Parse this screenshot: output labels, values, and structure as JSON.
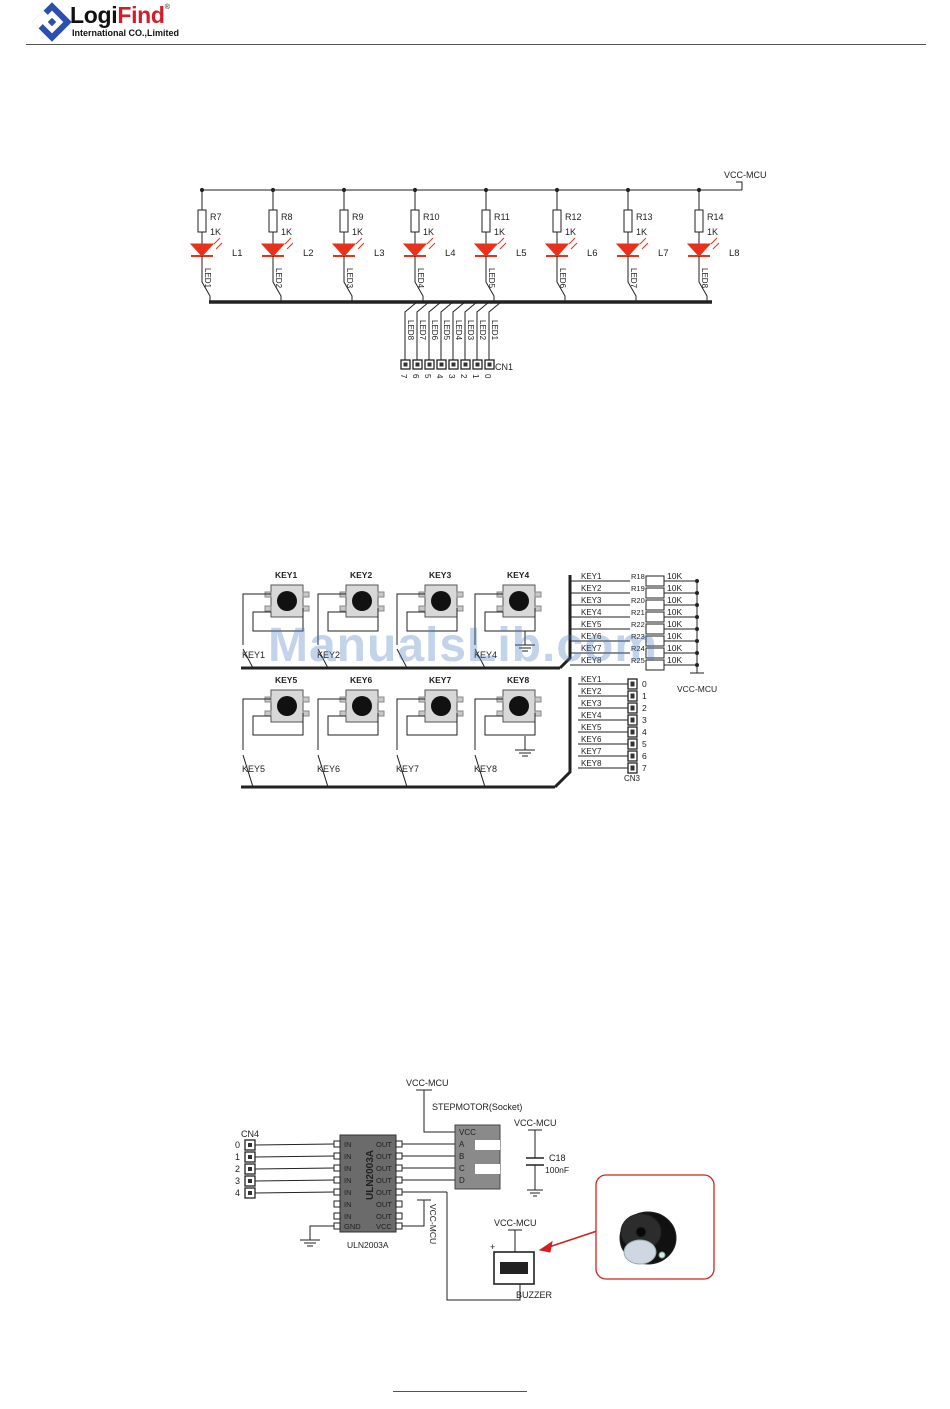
{
  "header": {
    "brand_main": "Logi",
    "brand_accent": "Find",
    "brand_reg": "®",
    "company": "International CO.,Limited"
  },
  "colors": {
    "led": "#e8301a",
    "wire": "#222222",
    "bus": "#111111",
    "chip": "#6b6b6b",
    "callout": "#d22020"
  },
  "watermark": "ManualsLib.com",
  "led_circuit": {
    "vcc": "VCC-MCU",
    "resistors": [
      "R7",
      "R8",
      "R9",
      "R10",
      "R11",
      "R12",
      "R13",
      "R14"
    ],
    "resistor_value": "1K",
    "leds": [
      "L1",
      "L2",
      "L3",
      "L4",
      "L5",
      "L6",
      "L7",
      "L8"
    ],
    "nets": [
      "LED1",
      "LED2",
      "LED3",
      "LED4",
      "LED5",
      "LED6",
      "LED7",
      "LED8"
    ],
    "connector_nets": [
      "LED8",
      "LED7",
      "LED6",
      "LED5",
      "LED4",
      "LED3",
      "LED2",
      "LED1"
    ],
    "connector_pins": [
      "7",
      "6",
      "5",
      "4",
      "3",
      "2",
      "1",
      "0"
    ],
    "connector": "CN1"
  },
  "key_circuit": {
    "keys": [
      "KEY1",
      "KEY2",
      "KEY3",
      "KEY4",
      "KEY5",
      "KEY6",
      "KEY7",
      "KEY8"
    ],
    "bus_labels_top": [
      "KEY1",
      "KEY2",
      "",
      "KEY4"
    ],
    "bus_labels_bottom": [
      "KEY5",
      "KEY6",
      "KEY7",
      "KEY8"
    ],
    "resistors": [
      "R18",
      "R19",
      "R20",
      "R21",
      "R22",
      "R23",
      "R24",
      "R25"
    ],
    "resistor_value": "10K",
    "vcc": "VCC-MCU",
    "connector_keys": [
      "KEY1",
      "KEY2",
      "KEY3",
      "KEY4",
      "KEY5",
      "KEY6",
      "KEY7",
      "KEY8"
    ],
    "connector_pins": [
      "0",
      "1",
      "2",
      "3",
      "4",
      "5",
      "6",
      "7"
    ],
    "connector": "CN3"
  },
  "motor_circuit": {
    "connector": "CN4",
    "cn4_pins": [
      "0",
      "1",
      "2",
      "3",
      "4"
    ],
    "chip": "ULN2003A",
    "chip_label": "ULN2003A",
    "in_label": "IN",
    "out_label": "OUT",
    "gnd_label": "GND",
    "vcc_label": "VCC",
    "vcc_top": "VCC-MCU",
    "vcc_chip": "VCC-MCU",
    "vcc_cap": "VCC-MCU",
    "vcc_buzzer": "VCC-MCU",
    "stepmotor": "STEPMOTOR(Socket)",
    "socket_pins": [
      "VCC",
      "A",
      "B",
      "C",
      "D"
    ],
    "cap": "C18",
    "cap_value": "100nF",
    "buzzer": "BUZZER",
    "plus": "+"
  }
}
